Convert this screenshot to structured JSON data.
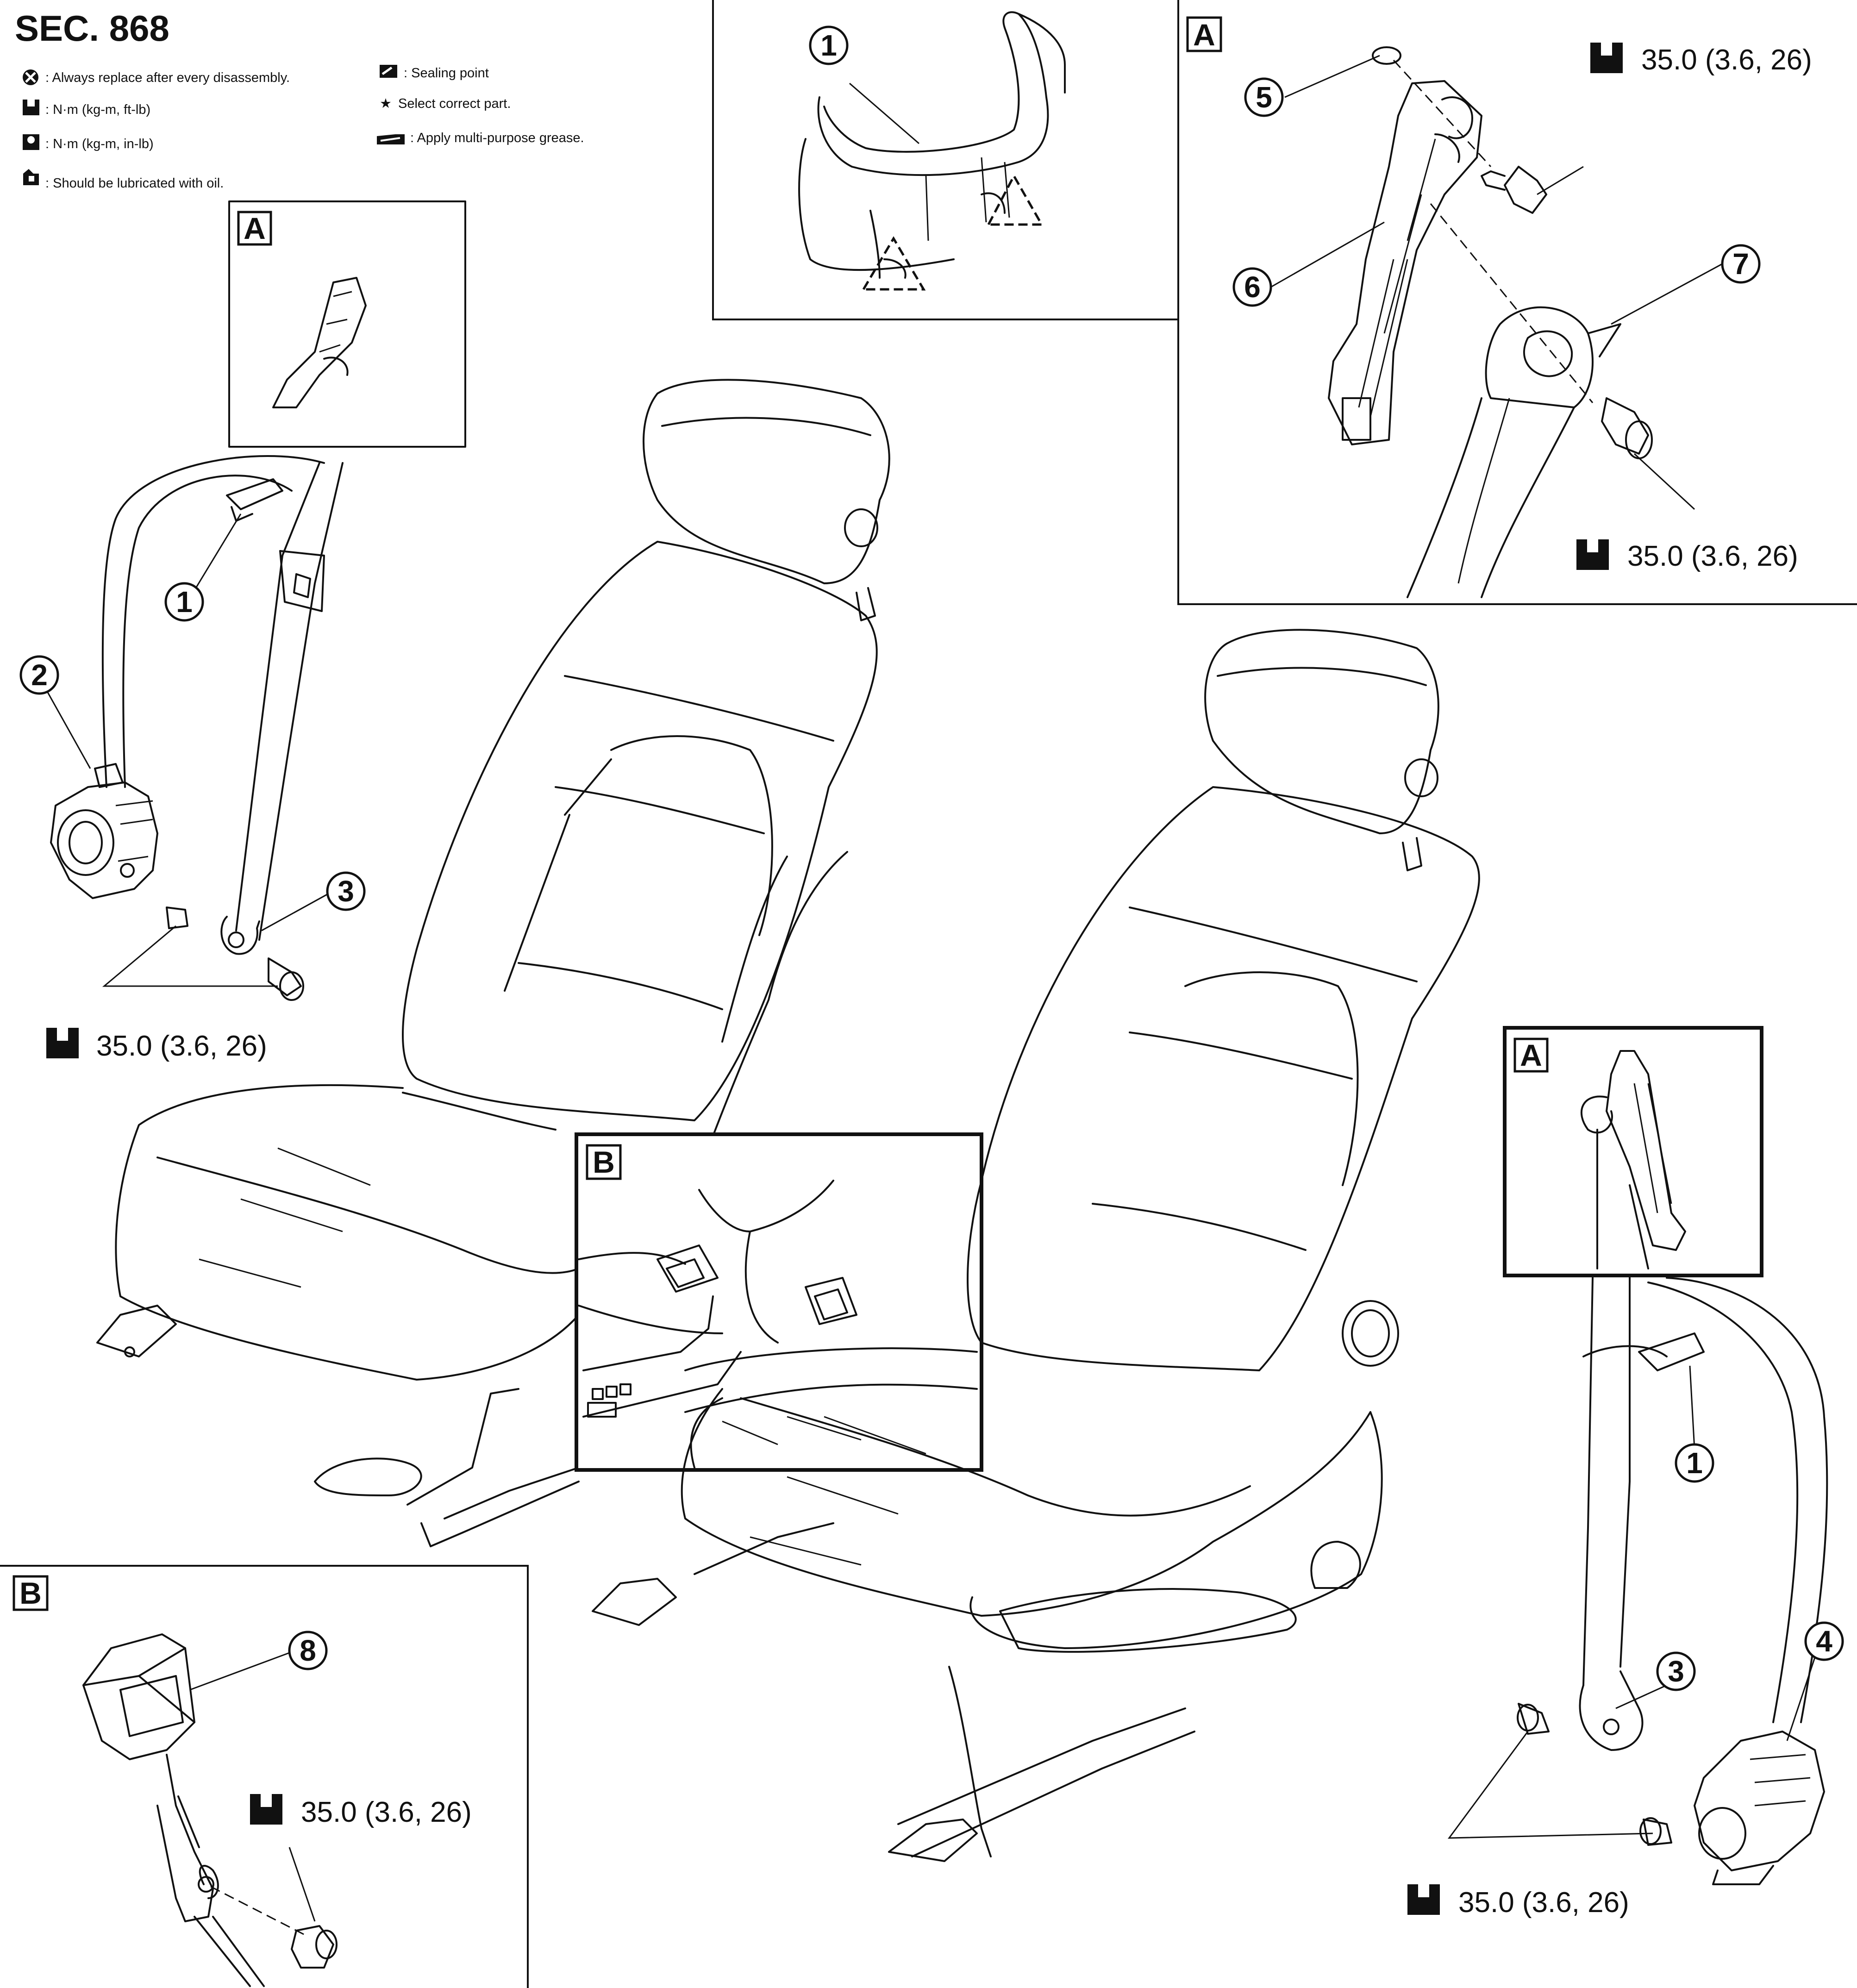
{
  "header": {
    "section": "SEC. 868"
  },
  "legend": {
    "replace": ": Always replace after every disassembly.",
    "torque_ftlb": ": N·m (kg-m, ft-lb)",
    "torque_inlb": ": N·m (kg-m, in-lb)",
    "oil": ": Should be lubricated with oil.",
    "sealing": ": Sealing point",
    "select": "Select correct part.",
    "grease": ": Apply multi-purpose grease.",
    "star_symbol": "★"
  },
  "labels": {
    "view_a": "A",
    "view_b": "B",
    "n1": "1",
    "n2": "2",
    "n3": "3",
    "n4": "4",
    "n5": "5",
    "n6": "6",
    "n7": "7",
    "n8": "8"
  },
  "torque": {
    "value": "35.0 (3.6, 26)"
  },
  "icons": [
    "replace-icon",
    "wrench-icon",
    "torque-inlb-icon",
    "oil-icon",
    "sealing-icon",
    "star-icon",
    "grease-icon"
  ]
}
